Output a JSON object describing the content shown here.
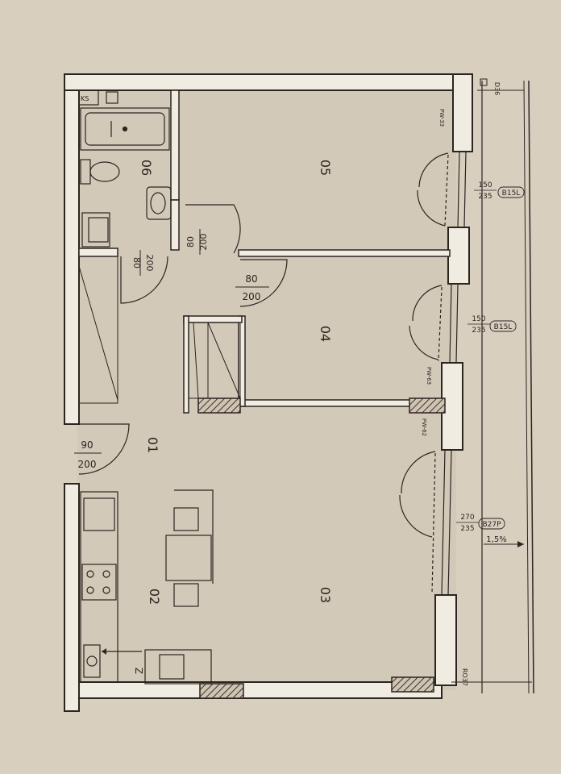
{
  "rooms": {
    "r06": "06",
    "r05": "05",
    "r04": "04",
    "r01": "01",
    "r02": "02",
    "r03": "03"
  },
  "doors": {
    "bath": {
      "w": "80",
      "h": "200"
    },
    "r05": {
      "w": "80",
      "h": "200"
    },
    "r04": {
      "w": "80",
      "h": "200"
    },
    "entrance": {
      "w": "90",
      "h": "200"
    }
  },
  "windows": {
    "w1": {
      "code": "B15L",
      "w": "150",
      "h": "235"
    },
    "w2": {
      "code": "B15L",
      "w": "150",
      "h": "235"
    },
    "w3": {
      "code": "B27P",
      "w": "270",
      "h": "235"
    }
  },
  "tags": {
    "ks": "KS",
    "pw33": "PW-33",
    "pw63": "PW-63",
    "pw62": "PW-62",
    "z": "Z",
    "d36": "D36",
    "ro37": "RO37"
  },
  "slope": "1,5%"
}
